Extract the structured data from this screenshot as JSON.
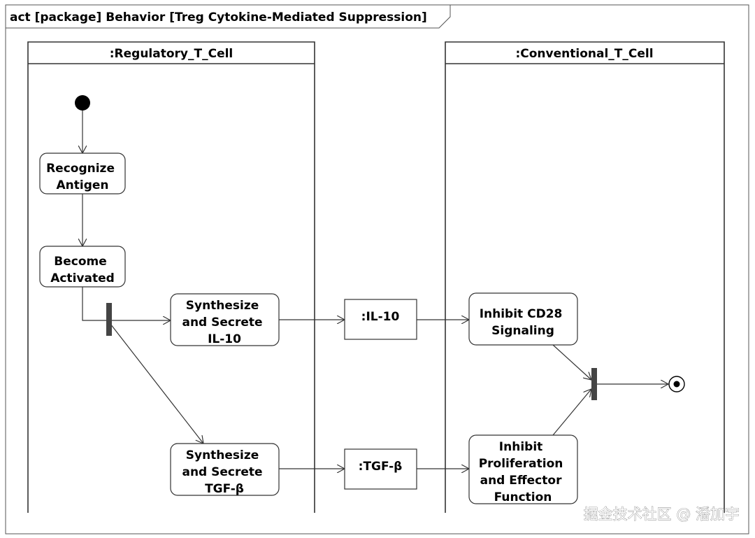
{
  "frame": {
    "title": "act [package] Behavior [Treg Cytokine-Mediated Suppression]"
  },
  "lanes": [
    {
      "id": "treg",
      "title": ":Regulatory_T_Cell"
    },
    {
      "id": "tconv",
      "title": ":Conventional_T_Cell"
    }
  ],
  "actions": [
    {
      "id": "recognize",
      "lines": [
        "Recognize",
        "Antigen"
      ]
    },
    {
      "id": "activate",
      "lines": [
        "Become",
        "Activated"
      ]
    },
    {
      "id": "secrete_il10",
      "lines": [
        "Synthesize",
        "and Secrete",
        "IL-10"
      ]
    },
    {
      "id": "secrete_tgfb",
      "lines": [
        "Synthesize",
        "and Secrete",
        "TGF-β"
      ]
    },
    {
      "id": "inhibit_cd28",
      "lines": [
        "Inhibit CD28",
        "Signaling"
      ]
    },
    {
      "id": "inhibit_prolif",
      "lines": [
        "Inhibit",
        "Proliferation",
        "and Effector",
        "Function"
      ]
    }
  ],
  "objects": [
    {
      "id": "il10",
      "label": ":IL-10"
    },
    {
      "id": "tgfb",
      "label": ":TGF-β"
    }
  ],
  "watermark": "掘金技术社区 @ 潘加宇"
}
